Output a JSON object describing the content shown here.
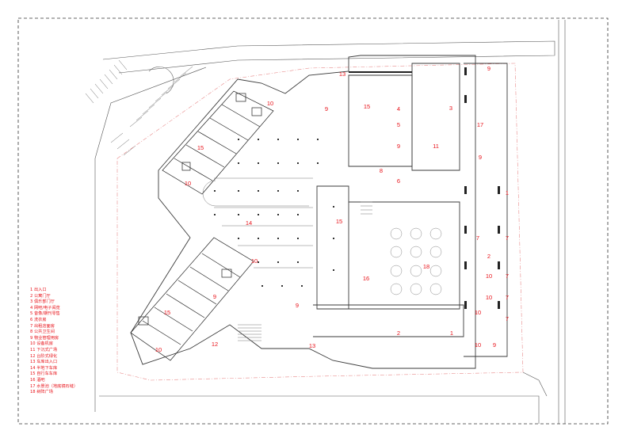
{
  "colors": {
    "label": "#e8141b",
    "line": "#3a3a3a",
    "boundary": "#e88a8a"
  },
  "legend": [
    "1 出入口",
    "2 公寓门厅",
    "3 俱乐部门厅",
    "4 网吧/电子阅览",
    "5 音像/期刊零售",
    "6 洗衣房",
    "7 出租店面房",
    "8 公共卫生间",
    "9 物业管理用房",
    "10 设备机房",
    "11 下沉式广场",
    "12 台阶式绿化",
    "13 车库出入口",
    "14 半地下车库",
    "15 自行车车库",
    "16 酒吧",
    "17 水景池（地底镜石缝）",
    "18 树阵广场"
  ],
  "room_labels": [
    {
      "id": "l-13-top",
      "text": "13"
    },
    {
      "id": "l-9-topright",
      "text": "9"
    },
    {
      "id": "l-10-nw",
      "text": "10"
    },
    {
      "id": "l-15-top",
      "text": "15"
    },
    {
      "id": "l-4",
      "text": "4"
    },
    {
      "id": "l-3",
      "text": "3"
    },
    {
      "id": "l-9-entry",
      "text": "9"
    },
    {
      "id": "l-5",
      "text": "5"
    },
    {
      "id": "l-17",
      "text": "17"
    },
    {
      "id": "l-15-nw",
      "text": "15"
    },
    {
      "id": "l-9-mid",
      "text": "9"
    },
    {
      "id": "l-11",
      "text": "11"
    },
    {
      "id": "l-9-right",
      "text": "9"
    },
    {
      "id": "l-10-w",
      "text": "10"
    },
    {
      "id": "l-8",
      "text": "8"
    },
    {
      "id": "l-6",
      "text": "6"
    },
    {
      "id": "l-1-right",
      "text": "1"
    },
    {
      "id": "l-14",
      "text": "14"
    },
    {
      "id": "l-15-center",
      "text": "15"
    },
    {
      "id": "l-7-a",
      "text": "7"
    },
    {
      "id": "l-7-b",
      "text": "7"
    },
    {
      "id": "l-2-right",
      "text": "2"
    },
    {
      "id": "l-10-sw-top",
      "text": "10"
    },
    {
      "id": "l-18",
      "text": "18"
    },
    {
      "id": "l-16",
      "text": "16"
    },
    {
      "id": "l-10-r1",
      "text": "10"
    },
    {
      "id": "l-7-c",
      "text": "7"
    },
    {
      "id": "l-9-sw",
      "text": "9"
    },
    {
      "id": "l-10-r2",
      "text": "10"
    },
    {
      "id": "l-7-d",
      "text": "7"
    },
    {
      "id": "l-9-bottom",
      "text": "9"
    },
    {
      "id": "l-15-sw",
      "text": "15"
    },
    {
      "id": "l-10-r3",
      "text": "10"
    },
    {
      "id": "l-2-bottom",
      "text": "2"
    },
    {
      "id": "l-1-bottom",
      "text": "1"
    },
    {
      "id": "l-7-e",
      "text": "7"
    },
    {
      "id": "l-12",
      "text": "12"
    },
    {
      "id": "l-13-bottom",
      "text": "13"
    },
    {
      "id": "l-10-sw",
      "text": "10"
    },
    {
      "id": "l-10-r4",
      "text": "10"
    },
    {
      "id": "l-9-corner",
      "text": "9"
    }
  ]
}
